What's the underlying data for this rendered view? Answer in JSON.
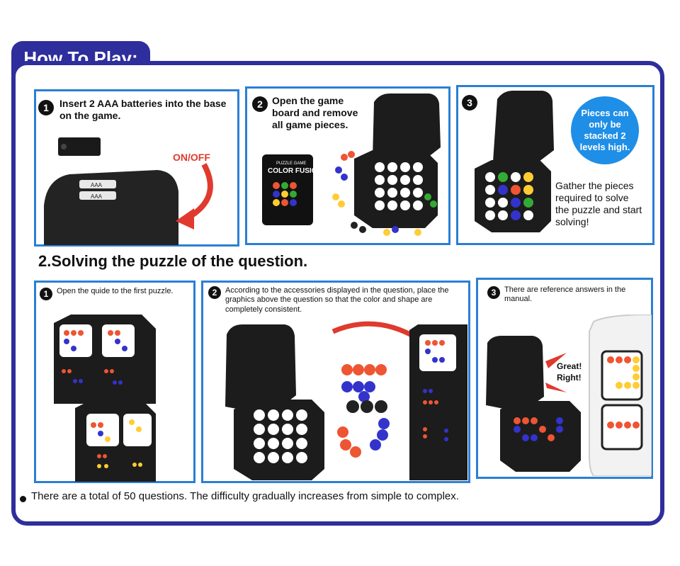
{
  "header": {
    "tab_title": "How To Play:"
  },
  "setup_steps": [
    {
      "number": "1",
      "text": "Insert 2 AAA batteries into the base on the game.",
      "label": "ON/OFF",
      "battery_label_1": "AAA",
      "battery_label_2": "AAA"
    },
    {
      "number": "2",
      "text": "Open the game board and remove all game pieces.",
      "box_small_text": "PUZZLE GAME",
      "box_title": "COLOR FUSION"
    },
    {
      "number": "3",
      "text": "Gather the pieces required to solve the puzzle and start solving!",
      "bubble": "Pieces can only be stacked 2 levels high."
    }
  ],
  "section2": {
    "title": "2.Solving the puzzle of the question.",
    "steps": [
      {
        "number": "1",
        "text": "Open the quide to the first puzzle."
      },
      {
        "number": "2",
        "text": "According to the accessories displayed in the question, place the graphics above the question so that the color and shape are completely consistent."
      },
      {
        "number": "3",
        "text": "There are reference answers in the manual.",
        "exclaim": "Great! Right!"
      }
    ]
  },
  "footer": {
    "note": "There are a total of 50 questions. The difficulty gradually increases from simple to complex."
  },
  "colors": {
    "frame": "#2e2e9c",
    "panel_border": "#2b7fd4",
    "accent_red": "#e03a2e",
    "bubble": "#1f8ee6"
  }
}
